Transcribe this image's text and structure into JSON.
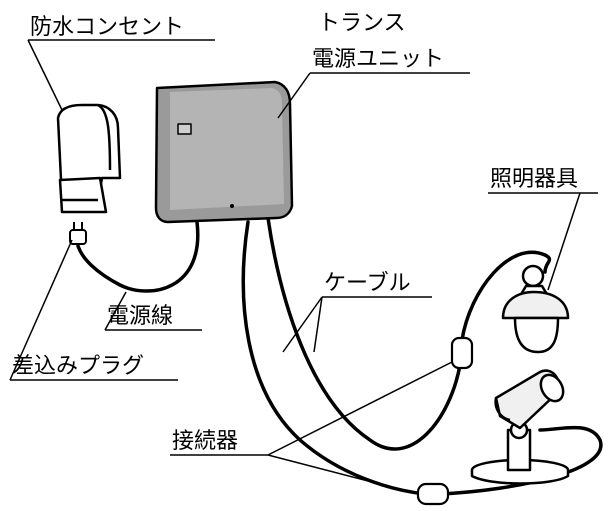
{
  "labels": {
    "outlet": "防水コンセント",
    "transformer_line1": "トランス",
    "transformer_line2": "電源ユニット",
    "light_fixture": "照明器具",
    "cable": "ケーブル",
    "power_cord": "電源線",
    "plug": "差込みプラグ",
    "connector": "接続器"
  },
  "colors": {
    "line": "#000000",
    "fill": "#ffffff",
    "unit_fill": "#9a9a9a",
    "unit_light": "#bdbdbd",
    "shade_fill": "#f0f0f0"
  }
}
